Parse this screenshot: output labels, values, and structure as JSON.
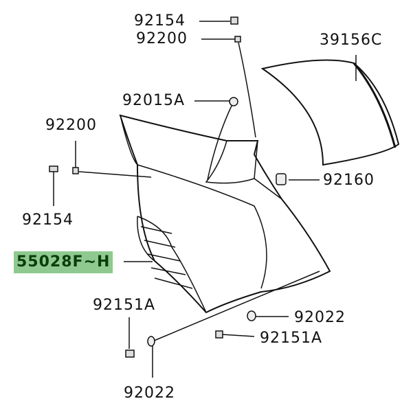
{
  "diagram_title": "",
  "labels": {
    "p92154_top": "92154",
    "p92200_top": "92200",
    "p39156C": "39156C",
    "p92015A": "92015A",
    "p92200_left": "92200",
    "p92160": "92160",
    "p92154_left": "92154",
    "p55028": "55028F~H",
    "p92151A_left": "92151A",
    "p92022_right": "92022",
    "p92151A_right": "92151A",
    "p92022_bottom": "92022"
  },
  "colors": {
    "highlight": "#8fc98f",
    "highlight_text": "#0b3d0b",
    "line": "#111111"
  }
}
